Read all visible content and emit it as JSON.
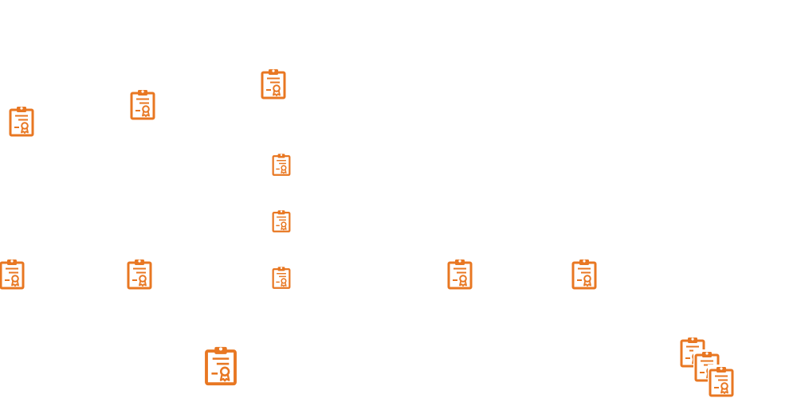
{
  "theme": {
    "icon_color": "#E87722",
    "background": "#FFFFFF"
  },
  "icons": {
    "node_icon": "clipboard-certificate-icon",
    "stack_icon": "clipboard-certificate-stack-icon"
  },
  "nodes": [
    {
      "id": "n1",
      "icon": "clipboard-certificate-icon"
    },
    {
      "id": "n2",
      "icon": "clipboard-certificate-icon"
    },
    {
      "id": "n3",
      "icon": "clipboard-certificate-icon"
    },
    {
      "id": "n4",
      "icon": "clipboard-certificate-icon"
    },
    {
      "id": "n5",
      "icon": "clipboard-certificate-icon"
    },
    {
      "id": "n6",
      "icon": "clipboard-certificate-icon"
    },
    {
      "id": "n7",
      "icon": "clipboard-certificate-icon"
    },
    {
      "id": "n8",
      "icon": "clipboard-certificate-icon"
    },
    {
      "id": "n9",
      "icon": "clipboard-certificate-icon"
    },
    {
      "id": "n10",
      "icon": "clipboard-certificate-icon"
    },
    {
      "id": "n11",
      "icon": "clipboard-certificate-icon"
    }
  ],
  "stack": {
    "icon": "clipboard-certificate-stack-icon",
    "count": 3
  }
}
